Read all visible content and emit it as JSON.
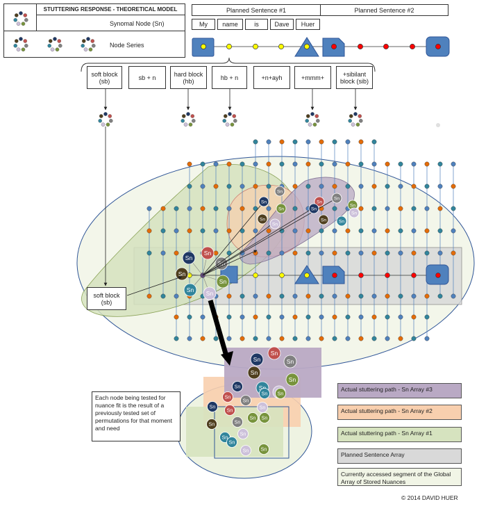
{
  "title": "STUTTERING RESPONSE - THEORETICAL MODEL",
  "legend_top": {
    "synomal_node": "Synomal Node (Sn)",
    "node_series": "Node Series"
  },
  "planned": {
    "sentence1": "Planned Sentence #1",
    "sentence2": "Planned Sentence #2",
    "words": [
      "My",
      "name",
      "is",
      "Dave",
      "Huer"
    ]
  },
  "responses": [
    {
      "line1": "soft block",
      "line2": "(sb)"
    },
    {
      "line1": "sb + n",
      "line2": ""
    },
    {
      "line1": "hard block",
      "line2": "(hb)"
    },
    {
      "line1": "hb + n",
      "line2": ""
    },
    {
      "line1": "+n+ayh",
      "line2": ""
    },
    {
      "line1": "+mmm+",
      "line2": ""
    },
    {
      "line1": "+sibilant",
      "line2": "block (sib)"
    }
  ],
  "soft_block_callout": {
    "line1": "soft block",
    "line2": "(sb)"
  },
  "node_label": "Sn",
  "explanation": "Each node being tested for nuance fit is the result of a previously tested set of permutations for that moment and need",
  "legend_bottom": [
    {
      "label": "Actual stuttering path - Sn Array #3",
      "color": "#b9a9c4"
    },
    {
      "label": "Actual stuttering path - Sn Array #2",
      "color": "#f8cfae"
    },
    {
      "label": "Actual stuttering path - Sn Array #1",
      "color": "#d6e3bf"
    },
    {
      "label": "Planned Sentence Array",
      "color": "#d9d9d9"
    },
    {
      "label": "Currently accessed segment of the Global Array of Stored Nuances",
      "color": "#f1f5e6"
    }
  ],
  "copyright": "© 2014 DAVID HUER",
  "colors": {
    "shape_blue": "#4f81bd",
    "node_blue": "#4f81bd",
    "node_orange": "#e36c09",
    "node_teal": "#31859c",
    "node_yellow": "#ffff00",
    "node_red": "#ff0000",
    "sn_navy": "#1f3864",
    "sn_red": "#c0504d",
    "sn_gray": "#808080",
    "sn_green": "#77933c",
    "sn_olive": "#4f3f1f",
    "sn_teal": "#31859c",
    "sn_lavender": "#ccc0da"
  }
}
